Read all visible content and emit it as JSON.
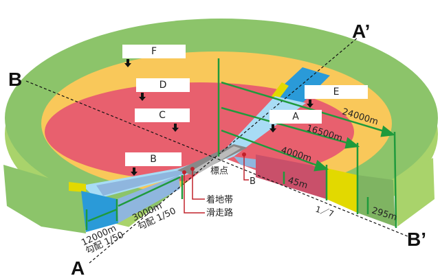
{
  "zones": {
    "F": "F",
    "D": "D",
    "C": "C",
    "B": "B",
    "E": "E",
    "A": "A"
  },
  "section_labels": {
    "a": "A",
    "a_prime": "A’",
    "b": "B",
    "b_prime": "B’"
  },
  "dimensions": {
    "d24000": "24000m",
    "d16500": "16500m",
    "d4000": "4000m",
    "h45": "45m",
    "h295": "295m",
    "slope_side": "1／7",
    "d3000": "3000m",
    "slope_3000": "勾配 1/50",
    "d12000": "12000m",
    "slope_12000": "勾配 1/50"
  },
  "annotations": {
    "reference_point": "標点",
    "touchdown_zone": "着地帯",
    "runway": "滑走路",
    "b_marker": "B"
  },
  "colors": {
    "outer_green": "#8cc46a",
    "green_side": "#a9d36b",
    "yellow": "#f9c85a",
    "pink": "#e8606e",
    "light_blue": "#a8dcf5",
    "blue": "#2a9ad8",
    "lime": "#e2d900",
    "measure": "#1f9a3c"
  }
}
